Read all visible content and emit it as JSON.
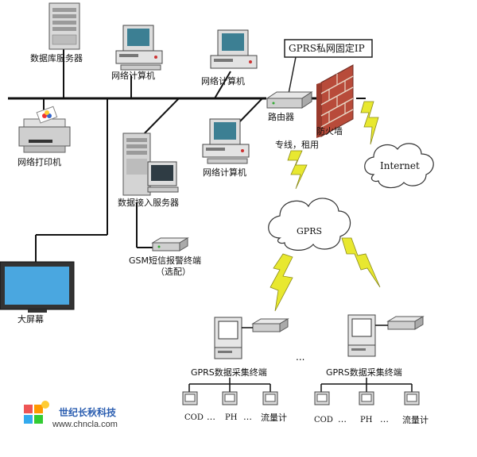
{
  "labels": {
    "db_server": "数据库服务器",
    "net_pc_1": "网络计算机",
    "net_pc_2": "网络计算机",
    "net_pc_3": "网络计算机",
    "net_printer": "网络打印机",
    "access_server": "数据接入服务器",
    "gsm_terminal_line1": "GSM短信报警终端",
    "gsm_terminal_line2": "（选配）",
    "big_screen": "大屏幕",
    "gprs_ip": "GPRS私网固定IP",
    "router": "路由器",
    "firewall": "防火墙",
    "leased_line": "专线，租用",
    "internet": "Internet",
    "gprs_cloud": "GPRS",
    "ellipsis_middle": "...",
    "left_terminal": "GPRS数据采集终端",
    "right_terminal": "GPRS数据采集终端",
    "left_cod": "COD",
    "left_dots1": "…",
    "left_ph": "PH",
    "left_dots2": "…",
    "left_flow": "流量计",
    "right_cod": "COD",
    "right_dots1": "…",
    "right_ph": "PH",
    "right_dots2": "…",
    "right_flow": "流量计"
  },
  "brand": {
    "name": "世纪长秋科技",
    "url": "www.chncla.com"
  },
  "colors": {
    "line": "#111111",
    "lightning": "#e8e830",
    "brick": "#b84b3a",
    "screen_blue": "#4aa7e0"
  }
}
